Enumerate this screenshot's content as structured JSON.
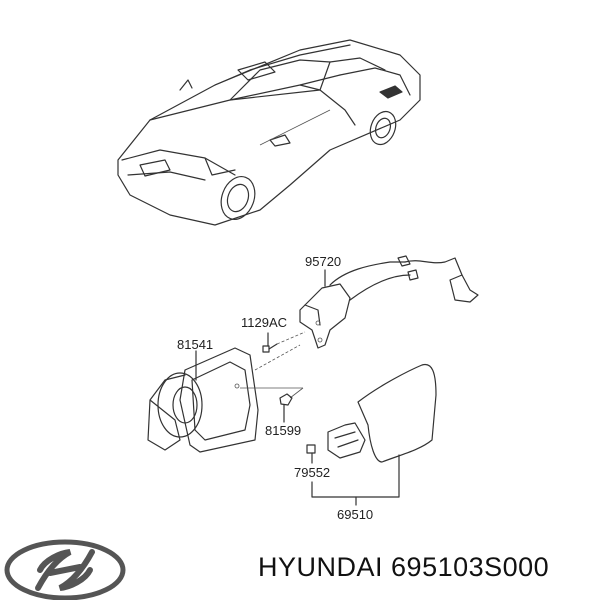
{
  "diagram": {
    "part_labels": {
      "p95720": "95720",
      "p1129AC": "1129AC",
      "p81541": "81541",
      "p81599": "81599",
      "p79552": "79552",
      "p69510": "69510"
    }
  },
  "footer": {
    "brand": "HYUNDAI",
    "part_number": "695103S000",
    "logo_text": "Hyundai"
  },
  "colors": {
    "line": "#333333",
    "background": "#ffffff"
  }
}
